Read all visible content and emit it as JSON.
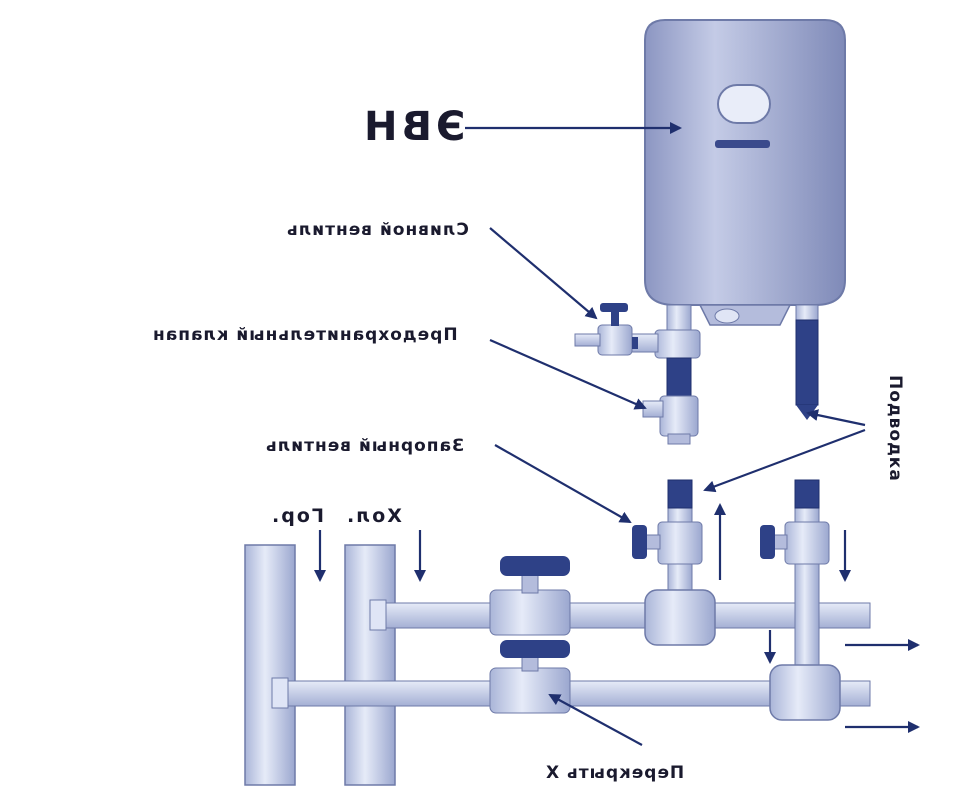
{
  "labels": {
    "heater": "ЭВН",
    "drain_valve": "Сливной вентиль",
    "safety_valve": "Предохранительный клапан",
    "shutoff_valve": "Запорный вентиль",
    "supply": "Подводка",
    "cold": "Хол.",
    "hot": "Гор.",
    "close_x": "Перекрыть X"
  },
  "colors": {
    "pipe_fill": "#c9d2e8",
    "pipe_stroke": "#6e7aa8",
    "tank_fill": "#aab3d4",
    "dark_fitting": "#2e4187",
    "arrow": "#1f2f6e",
    "label_text": "#1a1a2e"
  }
}
